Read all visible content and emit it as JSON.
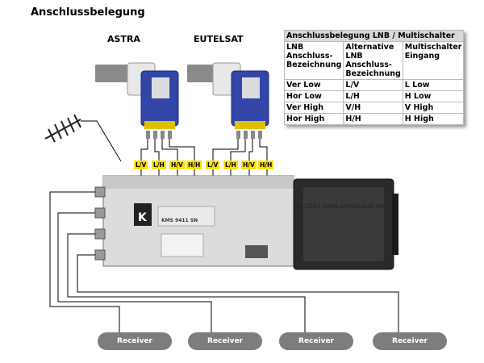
{
  "title": "Anschlussbelegung",
  "satellites": [
    "ASTRA",
    "EUTELSAT"
  ],
  "table": {
    "caption": "Anschlussbelegung LNB / Multischalter",
    "headers": [
      "LNB Anschluss-Bezeichnung",
      "Alternative LNB Anschluss-Bezeichnung",
      "Multischalter Eingang"
    ],
    "rows": [
      [
        "Ver Low",
        "L/V",
        "L Low"
      ],
      [
        "Hor Low",
        "L/H",
        "H Low"
      ],
      [
        "Ver High",
        "V/H",
        "V High"
      ],
      [
        "Hor High",
        "H/H",
        "H High"
      ]
    ]
  },
  "port_labels": [
    "L/V",
    "L/H",
    "H/V",
    "H/H",
    "L/V",
    "L/H",
    "H/V",
    "H/H"
  ],
  "switch_model": "KMS 9411 SN",
  "switch_brand": "K",
  "copyright": "(c) 2004 www.xmediasat.de",
  "receivers": [
    "Receiver",
    "Receiver",
    "Receiver",
    "Receiver"
  ]
}
